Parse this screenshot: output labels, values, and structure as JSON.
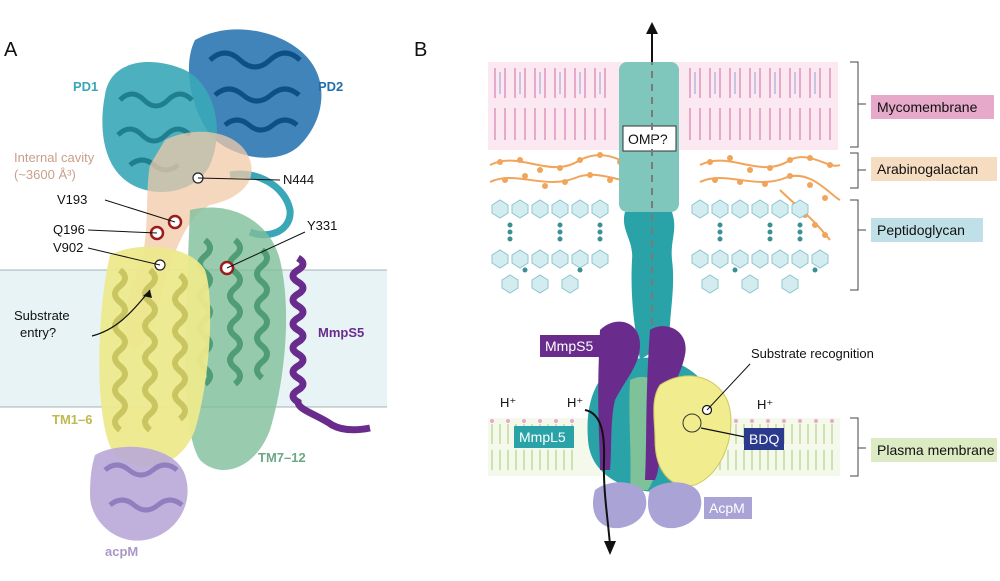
{
  "panel_a": {
    "letter": "A",
    "domains": {
      "pd1": "PD1",
      "pd2": "PD2",
      "tm1_6": "TM1–6",
      "tm7_12": "TM7–12",
      "mmps5": "MmpS5",
      "acpm": "acpM"
    },
    "cavity_line1": "Internal cavity",
    "cavity_line2": "(~3600 Å³)",
    "residues": {
      "n444": "N444",
      "v193": "V193",
      "q196": "Q196",
      "v902": "V902",
      "y331": "Y331"
    },
    "substrate_line1": "Substrate",
    "substrate_line2": "entry?",
    "colors": {
      "pd1": "#3aa7b8",
      "pd2": "#1f6fad",
      "tm1_6": "#ece98c",
      "tm7_12": "#7fbf9a",
      "mmps5": "#6a2c8c",
      "acpm": "#b9a9d8",
      "cavity": "#f2c9a8",
      "membrane": "#e8f3f5"
    }
  },
  "panel_b": {
    "letter": "B",
    "omp_label": "OMP?",
    "mmps5_label": "MmpS5",
    "mmpl5_label": "MmpL5",
    "acpm_label": "AcpM",
    "bdq_label": "BDQ",
    "substrate_recognition": "Substrate recognition",
    "proton_labels": [
      "H⁺",
      "H⁺",
      "H⁺"
    ],
    "layers": {
      "mycomembrane": "Mycomembrane",
      "arabinogalactan": "Arabinogalactan",
      "peptidoglycan": "Peptidoglycan",
      "plasma_membrane": "Plasma membrane"
    },
    "colors": {
      "mycomembrane": "#e7a9c9",
      "arabinogalactan": "#f6dcc0",
      "peptidoglycan": "#bfe0e6",
      "plasma_membrane": "#dcebc4",
      "mmpl5": "#2aa3a8",
      "mmps5": "#6a2c8c",
      "acpm": "#a9a3d6",
      "bdq": "#2b3a8c",
      "omp": "#7fc7bd",
      "substrate_site": "#f1ec8e"
    }
  }
}
